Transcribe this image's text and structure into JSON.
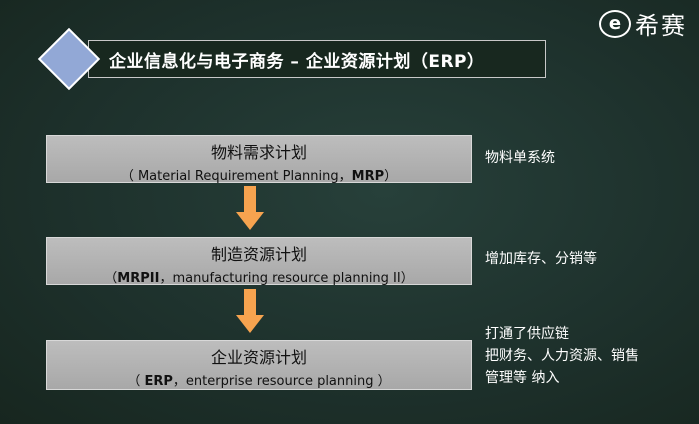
{
  "logo": {
    "mark": "e",
    "text": "希赛"
  },
  "title": "企业信息化与电子商务 – 企业资源计划（ERP）",
  "stages": [
    {
      "name": "物料需求计划",
      "desc_pre": "（ Material Requirement Planning，",
      "desc_bold": "MRP",
      "desc_post": "）"
    },
    {
      "name": "制造资源计划",
      "desc_pre": "（",
      "desc_bold": "MRPII",
      "desc_post": "，manufacturing resource planning II）"
    },
    {
      "name": "企业资源计划",
      "desc_pre": "（ ",
      "desc_bold": "ERP",
      "desc_post": "，enterprise resource planning ）"
    }
  ],
  "notes": [
    [
      "物料单系统"
    ],
    [
      "增加库存、分销等"
    ],
    [
      "打通了供应链",
      "把财务、人力资源、销售",
      "管理等 纳入"
    ]
  ],
  "colors": {
    "background": "#1f332e",
    "box": "#b4b4b4",
    "arrow": "#f6a34f",
    "diamond": "#92a8d6"
  }
}
